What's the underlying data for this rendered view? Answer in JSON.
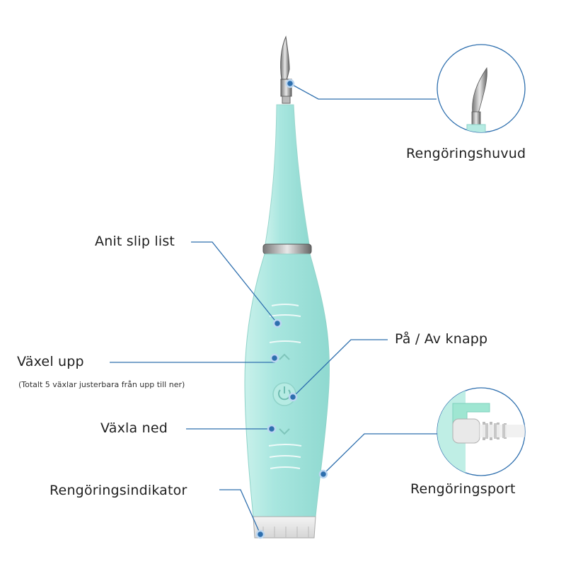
{
  "labels": {
    "cleaning_head": "Rengöringshuvud",
    "anti_slip": "Anit slip list",
    "power_button": "På / Av knapp",
    "gear_up": "Växel upp",
    "gear_note": "(Totalt 5 växlar justerbara från upp till ner)",
    "gear_down": "Växla ned",
    "cleaning_port": "Rengöringsport",
    "cleaning_indicator": "Rengöringsindikator"
  },
  "colors": {
    "body": "#a8e6df",
    "accent": "#2e6fae",
    "port_bracket": "#9fe6d2"
  },
  "icons": {
    "power": "power-icon",
    "chevron": "chevron-icon"
  }
}
